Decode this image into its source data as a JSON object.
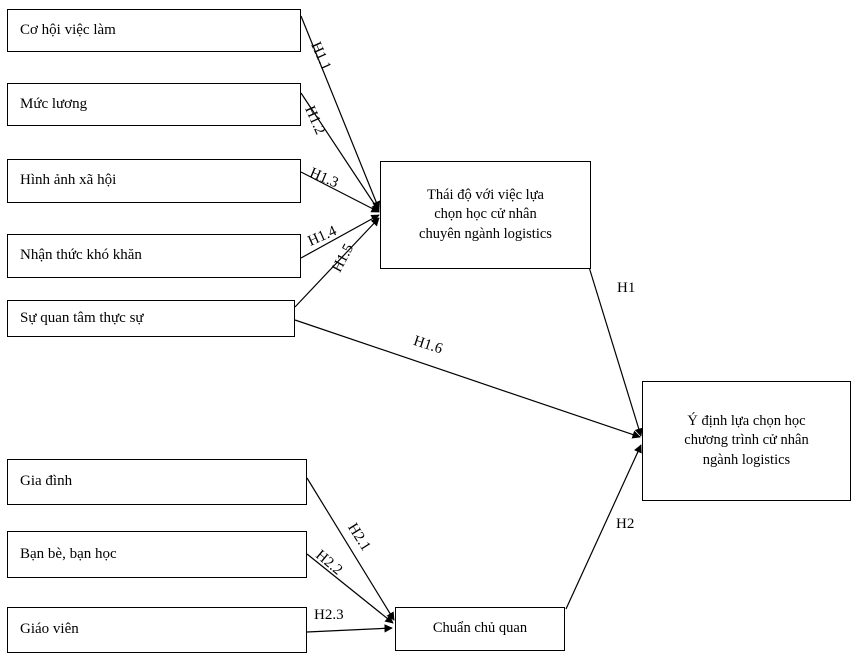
{
  "diagram": {
    "title": "Research model diagram",
    "background_color": "#ffffff",
    "line_color": "#000000",
    "box_border_color": "#000000",
    "box_fill_color": "#ffffff"
  },
  "nodes": {
    "antecedents_attitude": [
      {
        "id": "co-hoi-viec-lam",
        "label": "Cơ hội việc làm"
      },
      {
        "id": "muc-luong",
        "label": "Mức lương"
      },
      {
        "id": "hinh-anh-xa-hoi",
        "label": "Hình ảnh xã hội"
      },
      {
        "id": "nhan-thuc-kho-khan",
        "label": "Nhận thức khó khăn"
      },
      {
        "id": "su-quan-tam-thuc-su",
        "label": "Sự quan tâm thực sự"
      }
    ],
    "antecedents_norm": [
      {
        "id": "gia-dinh",
        "label": "Gia đình"
      },
      {
        "id": "ban-be-ban-hoc",
        "label": "Bạn bè, bạn học"
      },
      {
        "id": "giao-vien",
        "label": "Giáo viên"
      }
    ],
    "mediators": [
      {
        "id": "thai-do",
        "label": "Thái độ với việc lựa\nchọn học cử nhân\nchuyên ngành logistics"
      },
      {
        "id": "chuan-chu-quan",
        "label": "Chuẩn chủ quan"
      }
    ],
    "outcome": {
      "id": "y-dinh",
      "label": "Ý định lựa chọn học\nchương trình cử nhân\nngành logistics"
    }
  },
  "edges": [
    {
      "id": "h1-1",
      "label": "H1.1",
      "from": "co-hoi-viec-lam",
      "to": "thai-do"
    },
    {
      "id": "h1-2",
      "label": "H1.2",
      "from": "muc-luong",
      "to": "thai-do"
    },
    {
      "id": "h1-3",
      "label": "H1.3",
      "from": "hinh-anh-xa-hoi",
      "to": "thai-do"
    },
    {
      "id": "h1-4",
      "label": "H1.4",
      "from": "nhan-thuc-kho-khan",
      "to": "thai-do"
    },
    {
      "id": "h1-5",
      "label": "H1.5",
      "from": "su-quan-tam-thuc-su",
      "to": "thai-do"
    },
    {
      "id": "h1-6",
      "label": "H1.6",
      "from": "su-quan-tam-thuc-su",
      "to": "y-dinh"
    },
    {
      "id": "h1",
      "label": "H1",
      "from": "thai-do",
      "to": "y-dinh"
    },
    {
      "id": "h2-1",
      "label": "H2.1",
      "from": "gia-dinh",
      "to": "chuan-chu-quan"
    },
    {
      "id": "h2-2",
      "label": "H2.2",
      "from": "ban-be-ban-hoc",
      "to": "chuan-chu-quan"
    },
    {
      "id": "h2-3",
      "label": "H2.3",
      "from": "giao-vien",
      "to": "chuan-chu-quan"
    },
    {
      "id": "h2",
      "label": "H2",
      "from": "chuan-chu-quan",
      "to": "y-dinh"
    }
  ]
}
